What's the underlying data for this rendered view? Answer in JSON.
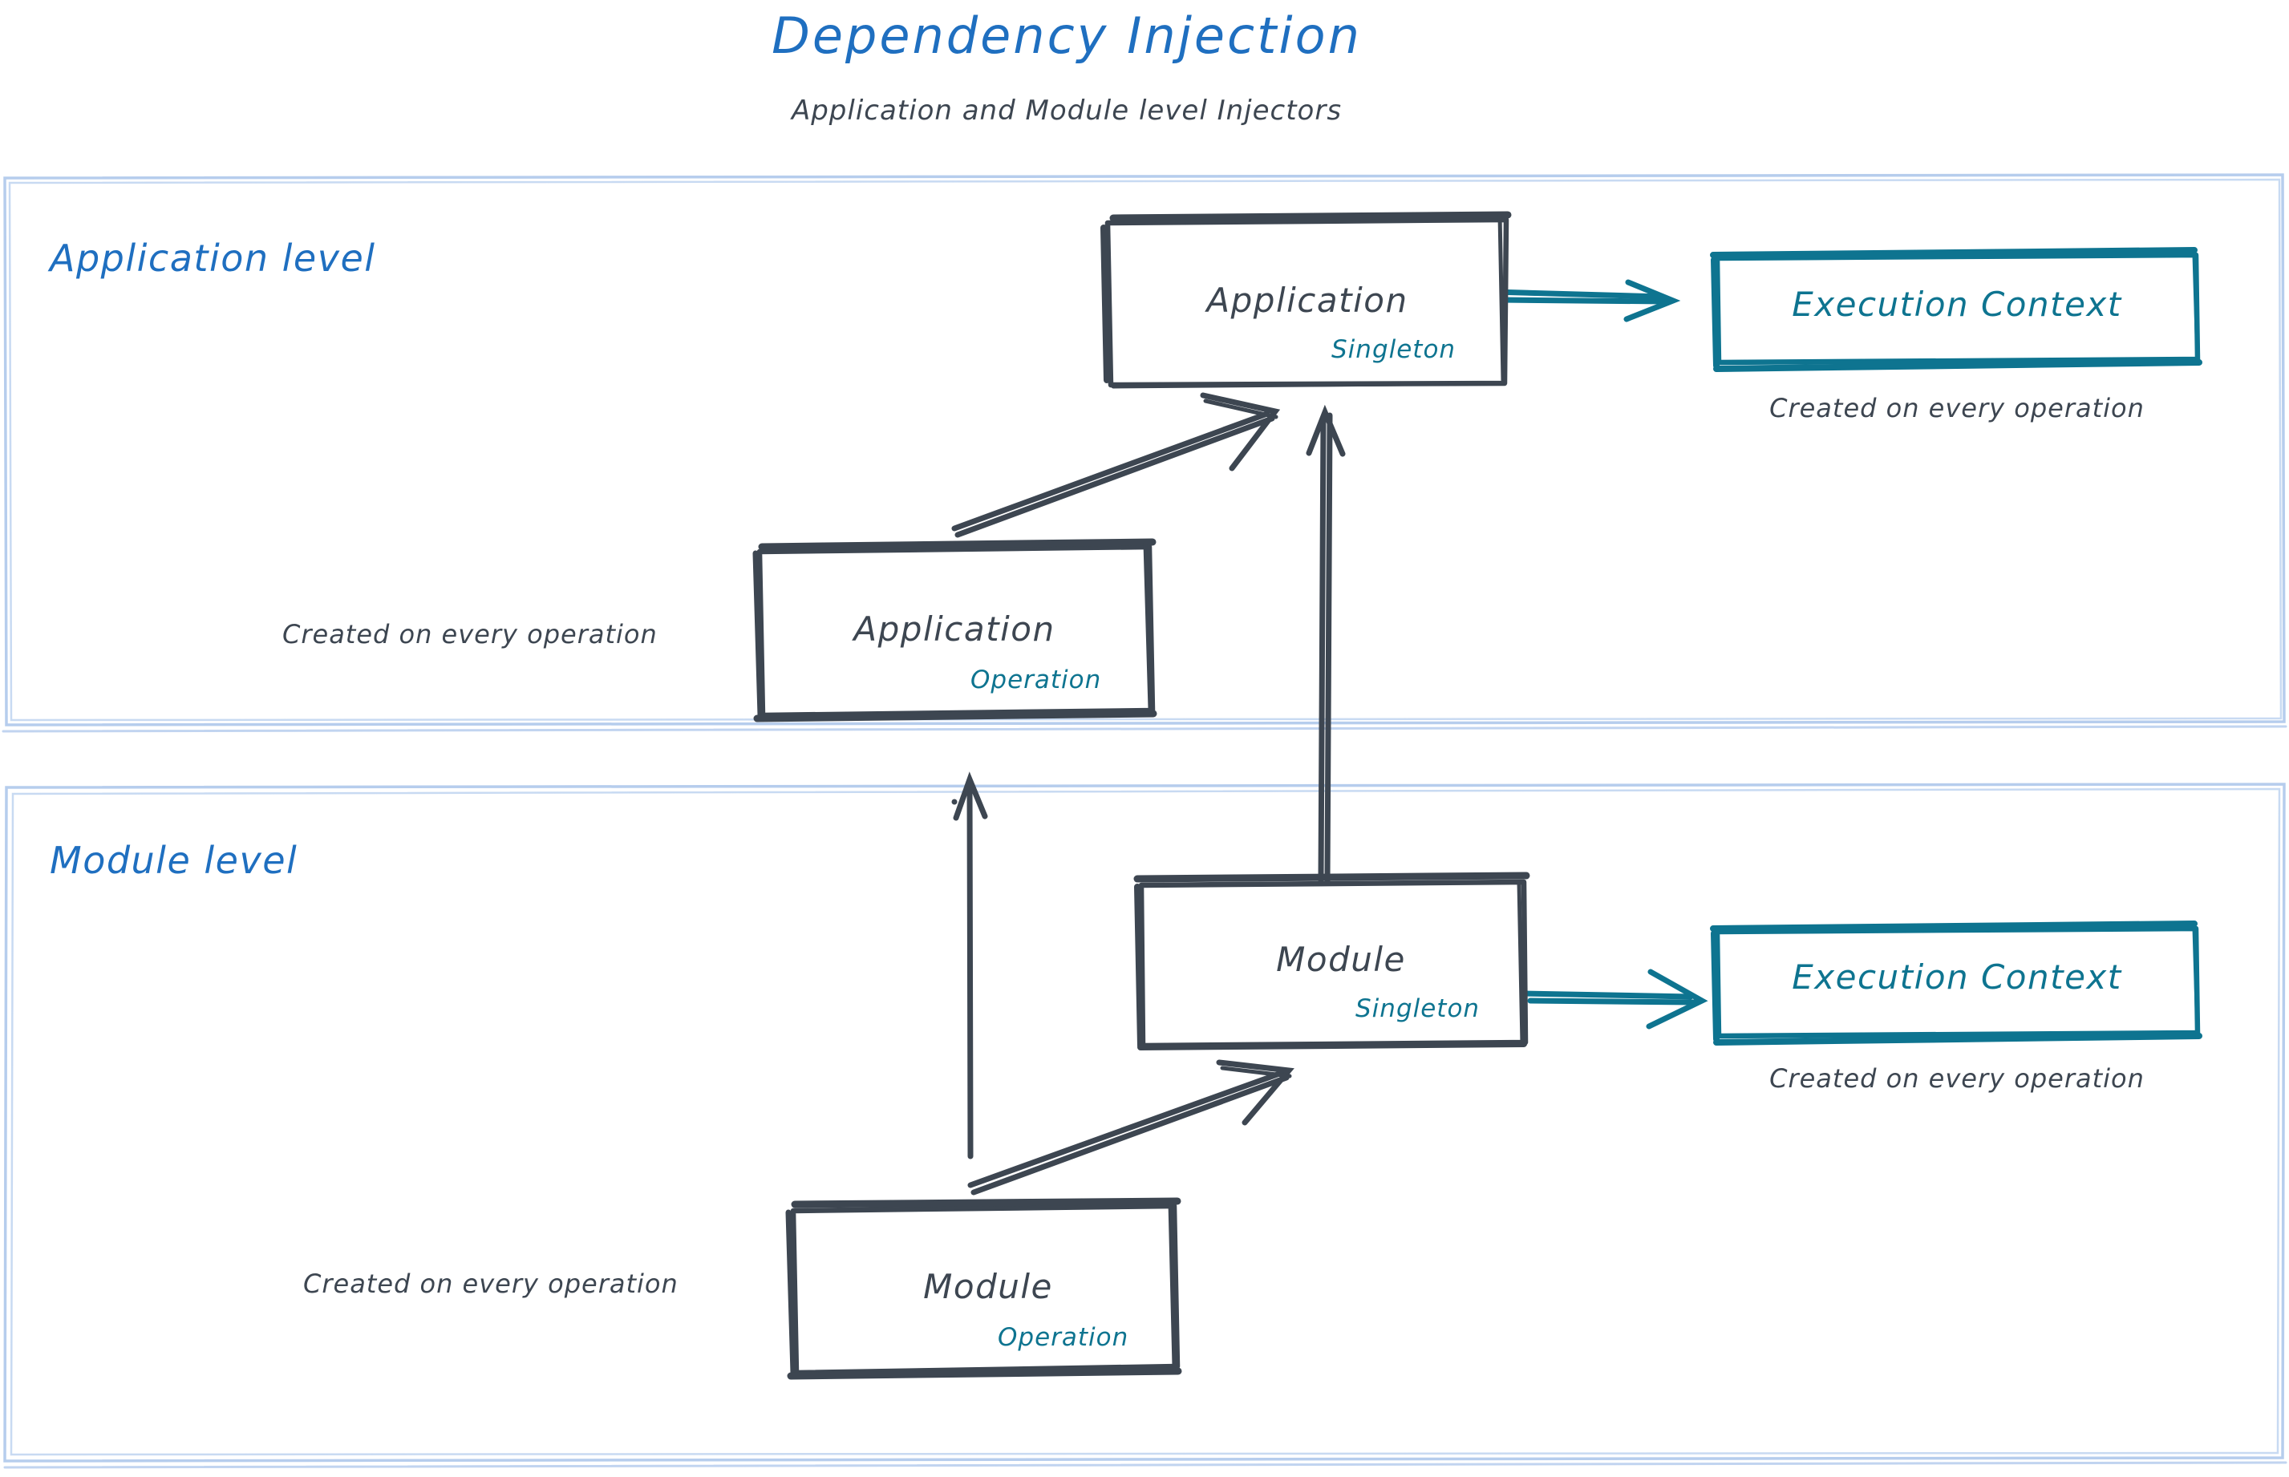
{
  "header": {
    "title": "Dependency Injection",
    "subtitle": "Application and Module level Injectors"
  },
  "colors": {
    "title_blue": "#1f6fc0",
    "zone_border": "#b6cded",
    "box_stroke": "#3d4651",
    "teal": "#0e7490",
    "text_dark": "#3d4651",
    "background": "#ffffff"
  },
  "zones": [
    {
      "id": "application-level",
      "label": "Application level",
      "boxes": [
        {
          "id": "application-singleton",
          "title": "Application",
          "scope": "Singleton",
          "style": "gray"
        },
        {
          "id": "execution-context-application",
          "title": "Execution Context",
          "style": "teal",
          "caption": "Created on every operation"
        },
        {
          "id": "application-operation",
          "title": "Application",
          "scope": "Operation",
          "style": "gray",
          "caption": "Created on every operation"
        }
      ]
    },
    {
      "id": "module-level",
      "label": "Module level",
      "boxes": [
        {
          "id": "module-singleton",
          "title": "Module",
          "scope": "Singleton",
          "style": "gray"
        },
        {
          "id": "execution-context-module",
          "title": "Execution Context",
          "style": "teal",
          "caption": "Created on every operation"
        },
        {
          "id": "module-operation",
          "title": "Module",
          "scope": "Operation",
          "style": "gray",
          "caption": "Created on every operation"
        }
      ]
    }
  ],
  "connections": [
    {
      "id": "application-operation-to-application-singleton",
      "style": "gray-diagonal"
    },
    {
      "id": "application-singleton-to-execution-context",
      "style": "teal-horizontal"
    },
    {
      "id": "module-singleton-to-application-singleton",
      "style": "gray-vertical"
    },
    {
      "id": "module-operation-to-application-operation",
      "style": "gray-vertical"
    },
    {
      "id": "module-operation-to-module-singleton",
      "style": "gray-diagonal"
    },
    {
      "id": "module-singleton-to-execution-context",
      "style": "teal-horizontal"
    }
  ]
}
